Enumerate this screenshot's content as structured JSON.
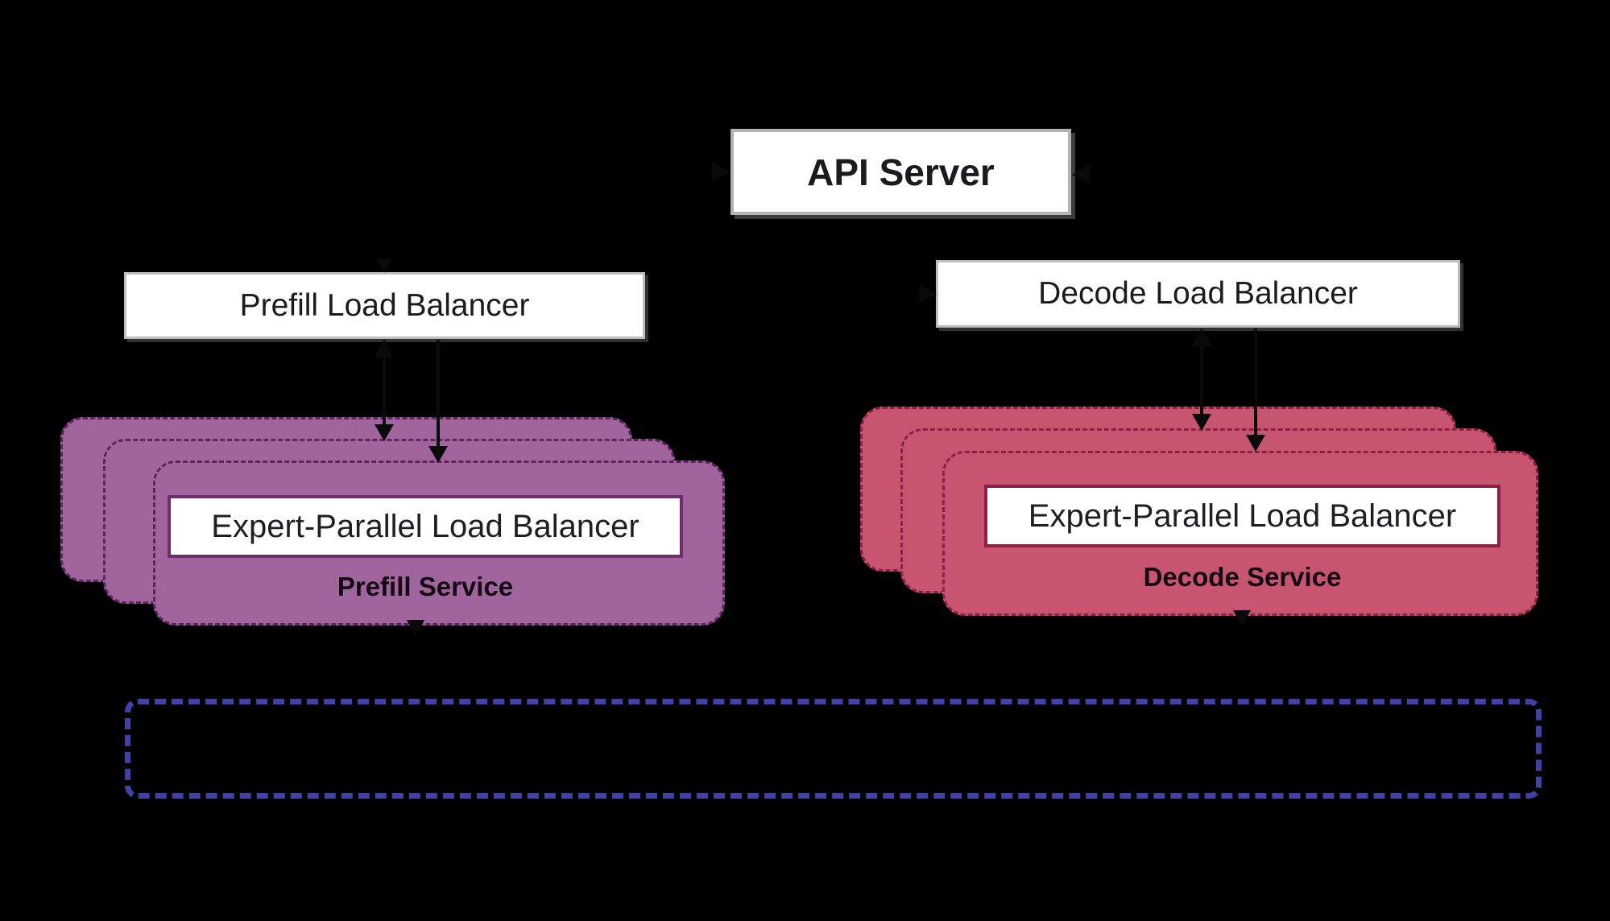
{
  "colors": {
    "background": "#000000",
    "purple_fill": "#9f659c",
    "purple_border": "#5f2460",
    "red_fill": "#c75570",
    "red_border": "#8e2045",
    "blue_dash": "#4141a7",
    "arrow": "#0a0a0a",
    "box_border": "#bdbdbd",
    "text": "#1b1b1f"
  },
  "diagram": {
    "api_server": {
      "label": "API Server"
    },
    "prefill_load_balancer": {
      "label": "Prefill Load Balancer"
    },
    "decode_load_balancer": {
      "label": "Decode Load Balancer"
    },
    "prefill_service": {
      "label": "Prefill Service",
      "inner_label": "Expert-Parallel Load Balancer",
      "replica_count": 3
    },
    "decode_service": {
      "label": "Decode Service",
      "inner_label": "Expert-Parallel Load Balancer",
      "replica_count": 3
    }
  }
}
